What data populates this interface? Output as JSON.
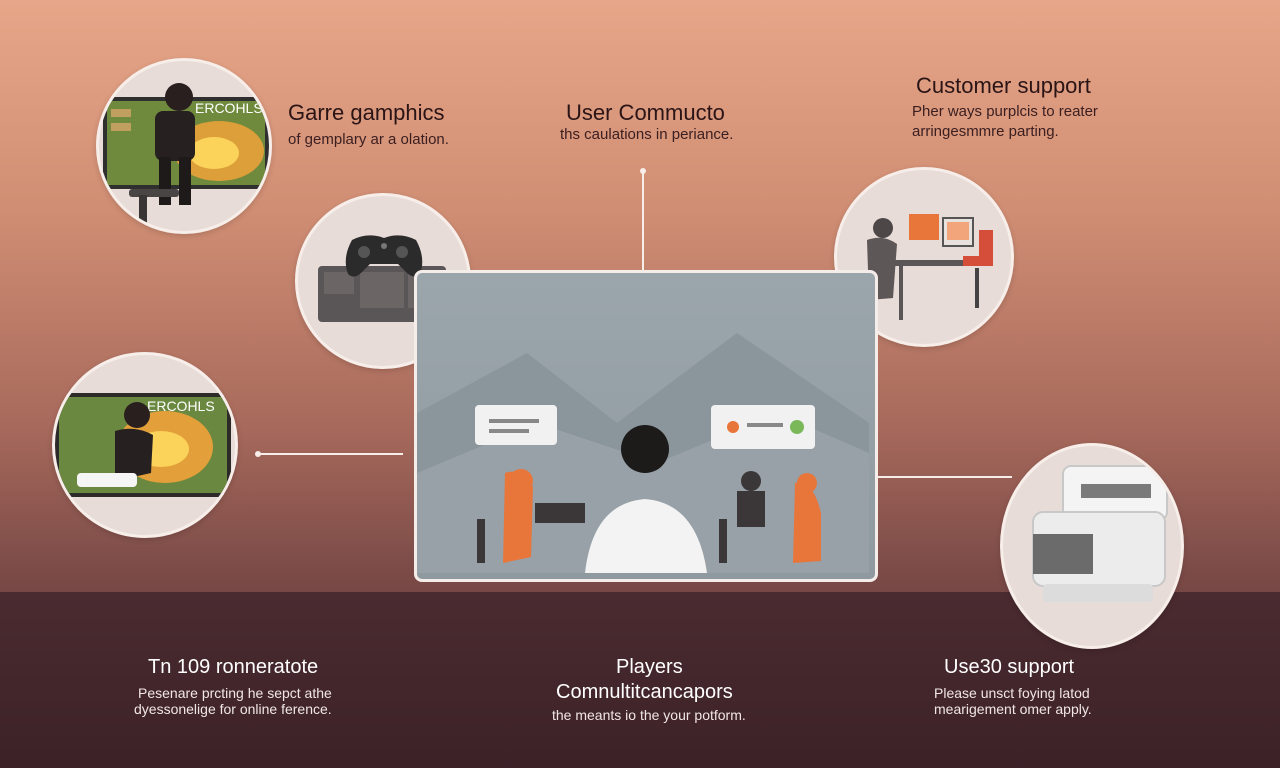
{
  "top_left": {
    "title": "Garre gamphics",
    "subtitle": "of gemplary ar a olation."
  },
  "top_center": {
    "title": "User Commucto",
    "subtitle": "ths caulations in periance."
  },
  "top_right": {
    "title": "Customer support",
    "subtitle_line1": "Pher ways purplcis to reater",
    "subtitle_line2": "arringesmmre parting."
  },
  "bottom_left": {
    "title": "Tn 109 ronneratote",
    "subtitle_line1": "Pesenare prcting he sepct athe",
    "subtitle_line2": "dyessonelige for online ference."
  },
  "bottom_center": {
    "title_line1": "Players",
    "title_line2": "Comnultitcancapors",
    "subtitle": "the meants io the your potform."
  },
  "bottom_right": {
    "title": "Use30 support",
    "subtitle_line1": "Please unsct foying latod",
    "subtitle_line2": "mearigement omer apply."
  },
  "icons": {
    "circle_1": "gamer-at-screen-icon",
    "circle_2": "game-controller-icon",
    "circle_3": "gamer-at-screen-icon",
    "circle_4": "support-desk-icon",
    "circle_5": "printer-icon",
    "center": "community-players-icon"
  },
  "screen_text": {
    "top": "ERCOHLS",
    "side": "ERCOHLS"
  },
  "colors": {
    "accent_orange": "#e8763a",
    "text_dark": "#2a1416",
    "panel_gray": "#9ba6ac"
  }
}
